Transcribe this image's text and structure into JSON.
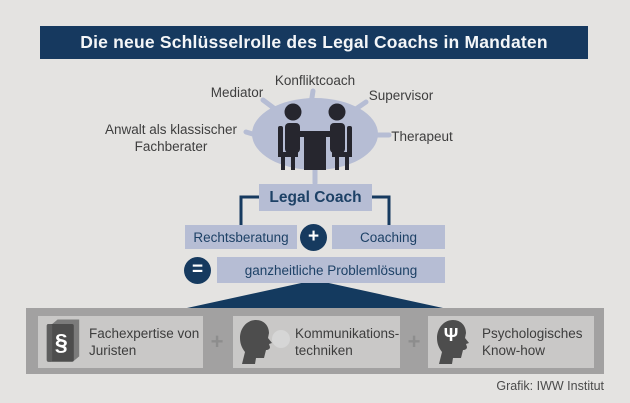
{
  "title": "Die neue Schlüsselrolle des Legal Coachs in Mandaten",
  "ellipse_roles": {
    "top": "Konfliktcoach",
    "top_left": "Mediator",
    "top_right": "Supervisor",
    "left": {
      "line1": "Anwalt als klassischer",
      "line2": "Fachberater"
    },
    "right": "Therapeut"
  },
  "legal_coach_label": "Legal Coach",
  "equation": {
    "operand_left": "Rechtsberatung",
    "operator_plus": "+",
    "operand_right": "Coaching",
    "operator_equals": "=",
    "result": "ganzheitliche Problemlösung"
  },
  "foundations": [
    {
      "icon": "law-book-icon",
      "symbol": "§",
      "line1": "Fachexpertise von",
      "line2": "Juristen"
    },
    {
      "icon": "speaking-head-icon",
      "symbol": "",
      "line1": "Kommunikations-",
      "line2": "techniken"
    },
    {
      "icon": "psychology-head-icon",
      "symbol": "Ψ",
      "line1": "Psychologisches",
      "line2": "Know-how"
    }
  ],
  "foundation_separator": "+",
  "credit": "Grafik: IWW Institut",
  "colors": {
    "header_navy": "#16395f",
    "accent_navy": "#163a5f",
    "periwinkle": "#b6bdd4",
    "navy_text": "#1d4166",
    "bar_gray": "#a2a1a1",
    "tile_gray": "#c9c8c7",
    "icon_gray": "#4d4d4d",
    "background": "#e4e3e1"
  }
}
